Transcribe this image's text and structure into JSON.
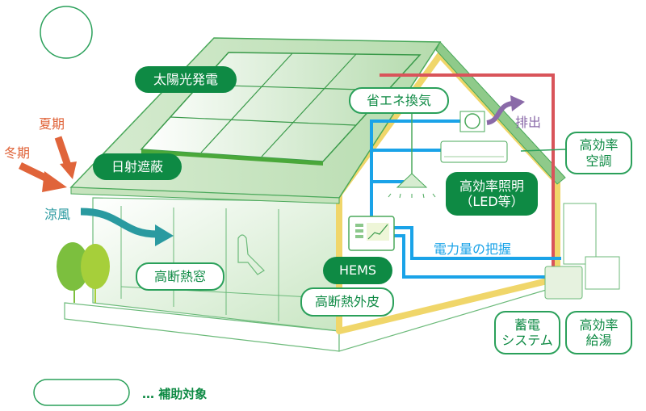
{
  "labels": {
    "solar": "太陽光発電",
    "shading": "日射遮蔽",
    "ventilation": "省エネ換気",
    "exhaust": "排出",
    "aircon": "高効率\n空調",
    "lighting": "高効率照明\n（LED等）",
    "power_monitoring": "電力量の把握",
    "hems": "HEMS",
    "insulated_envelope": "高断熱外皮",
    "insulated_window": "高断熱窓",
    "storage": "蓄電\nシステム",
    "water_heater": "高効率\n給湯",
    "summer": "夏期",
    "winter": "冬期",
    "breeze": "涼風"
  },
  "legend": {
    "text": "… 補助対象"
  },
  "colors": {
    "green_dark": "#0e8a44",
    "green_outline": "#2aa05a",
    "orange": "#e0643a",
    "teal": "#2a9aa0",
    "blue": "#1aa3e8",
    "red": "#d9545a",
    "yellow": "#f0d66a",
    "purple": "#8a6aa8"
  }
}
